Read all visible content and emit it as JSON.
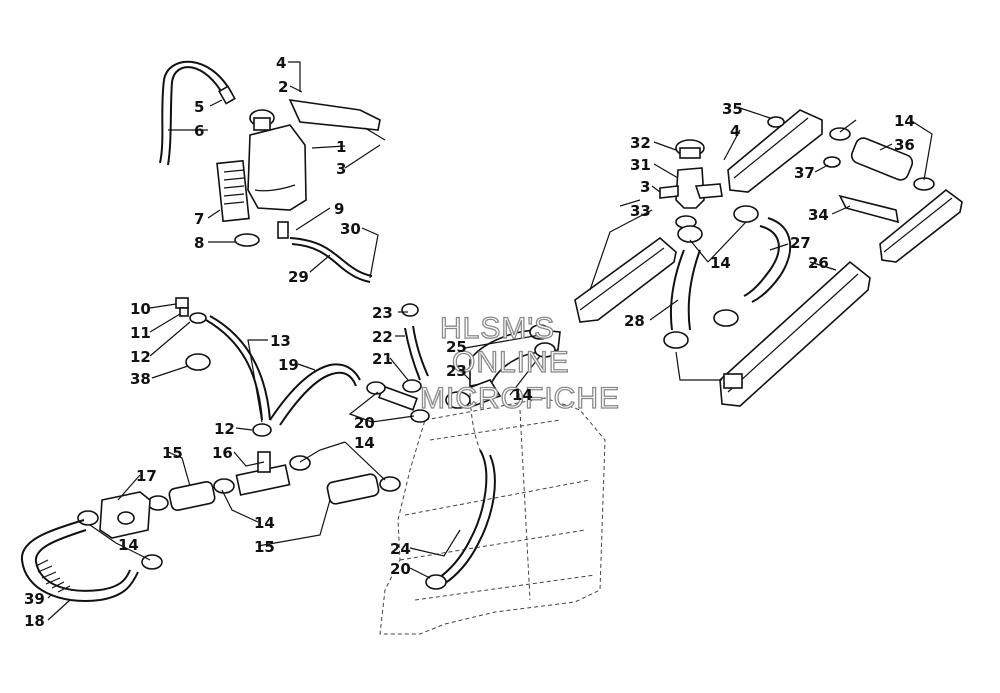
{
  "watermark": {
    "line1": "HLSM'S",
    "line2": "ONLINE",
    "line3": "MICROFICHE"
  },
  "labels": {
    "c1": "1",
    "c2": "2",
    "c3": "3",
    "c4": "4",
    "c5": "5",
    "c6": "6",
    "c7": "7",
    "c8": "8",
    "c9": "9",
    "c30": "30",
    "c29": "29",
    "c10": "10",
    "c11": "11",
    "c12a": "12",
    "c38": "38",
    "c12b": "12",
    "c13": "13",
    "c19": "19",
    "c16": "16",
    "c15a": "15",
    "c17": "17",
    "c14a": "14",
    "c39": "39",
    "c18": "18",
    "c14b": "14",
    "c15b": "15",
    "c14c": "14",
    "c23a": "23",
    "c22": "22",
    "c21": "21",
    "c20a": "20",
    "c25": "25",
    "c23b": "23",
    "c14d": "14",
    "c24": "24",
    "c20b": "20",
    "c32": "32",
    "c31": "31",
    "c3b": "3",
    "c33": "33",
    "c14e": "14",
    "c28": "28",
    "c27": "27",
    "c26": "26",
    "c35": "35",
    "c4b": "4",
    "c14f": "14",
    "c36": "36",
    "c37": "37",
    "c34": "34"
  }
}
